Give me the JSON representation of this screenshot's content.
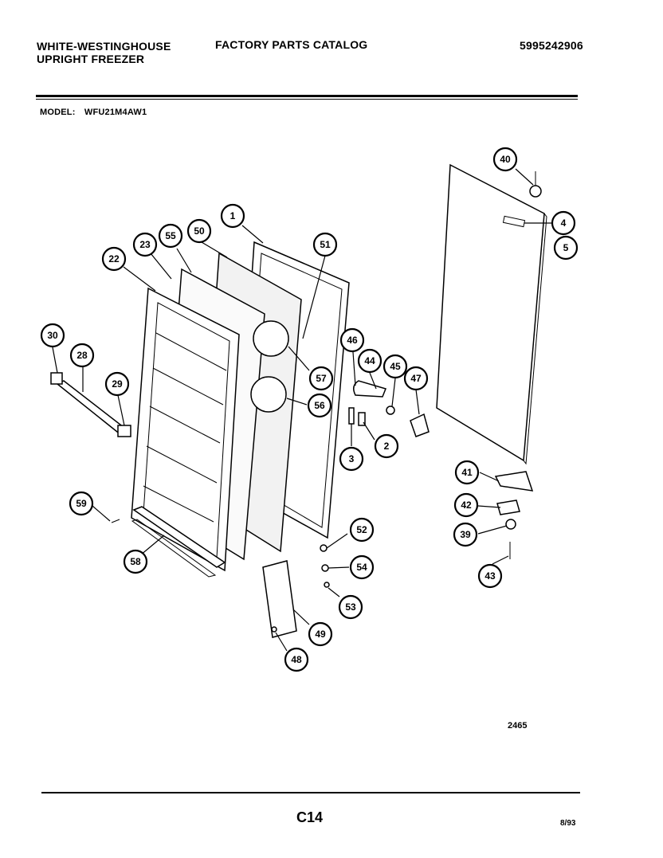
{
  "header": {
    "brand_line1": "WHITE-WESTINGHOUSE",
    "brand_line2": "UPRIGHT FREEZER",
    "catalog_title": "FACTORY PARTS CATALOG",
    "document_number": "5995242906",
    "model_label": "MODEL:",
    "model_value": "WFU21M4AW1"
  },
  "callouts": [
    {
      "id": "40",
      "label": "40"
    },
    {
      "id": "4",
      "label": "4"
    },
    {
      "id": "5",
      "label": "5"
    },
    {
      "id": "1",
      "label": "1"
    },
    {
      "id": "50",
      "label": "50"
    },
    {
      "id": "55",
      "label": "55"
    },
    {
      "id": "23",
      "label": "23"
    },
    {
      "id": "22",
      "label": "22"
    },
    {
      "id": "51",
      "label": "51"
    },
    {
      "id": "30",
      "label": "30"
    },
    {
      "id": "28",
      "label": "28"
    },
    {
      "id": "29",
      "label": "29"
    },
    {
      "id": "46",
      "label": "46"
    },
    {
      "id": "44",
      "label": "44"
    },
    {
      "id": "45",
      "label": "45"
    },
    {
      "id": "47",
      "label": "47"
    },
    {
      "id": "57",
      "label": "57"
    },
    {
      "id": "56",
      "label": "56"
    },
    {
      "id": "2",
      "label": "2"
    },
    {
      "id": "3",
      "label": "3"
    },
    {
      "id": "41",
      "label": "41"
    },
    {
      "id": "42",
      "label": "42"
    },
    {
      "id": "39",
      "label": "39"
    },
    {
      "id": "43",
      "label": "43"
    },
    {
      "id": "59",
      "label": "59"
    },
    {
      "id": "58",
      "label": "58"
    },
    {
      "id": "52",
      "label": "52"
    },
    {
      "id": "54",
      "label": "54"
    },
    {
      "id": "53",
      "label": "53"
    },
    {
      "id": "49",
      "label": "49"
    },
    {
      "id": "48",
      "label": "48"
    }
  ],
  "figure_number": "2465",
  "page_code": "C14",
  "publication_date": "8/93"
}
